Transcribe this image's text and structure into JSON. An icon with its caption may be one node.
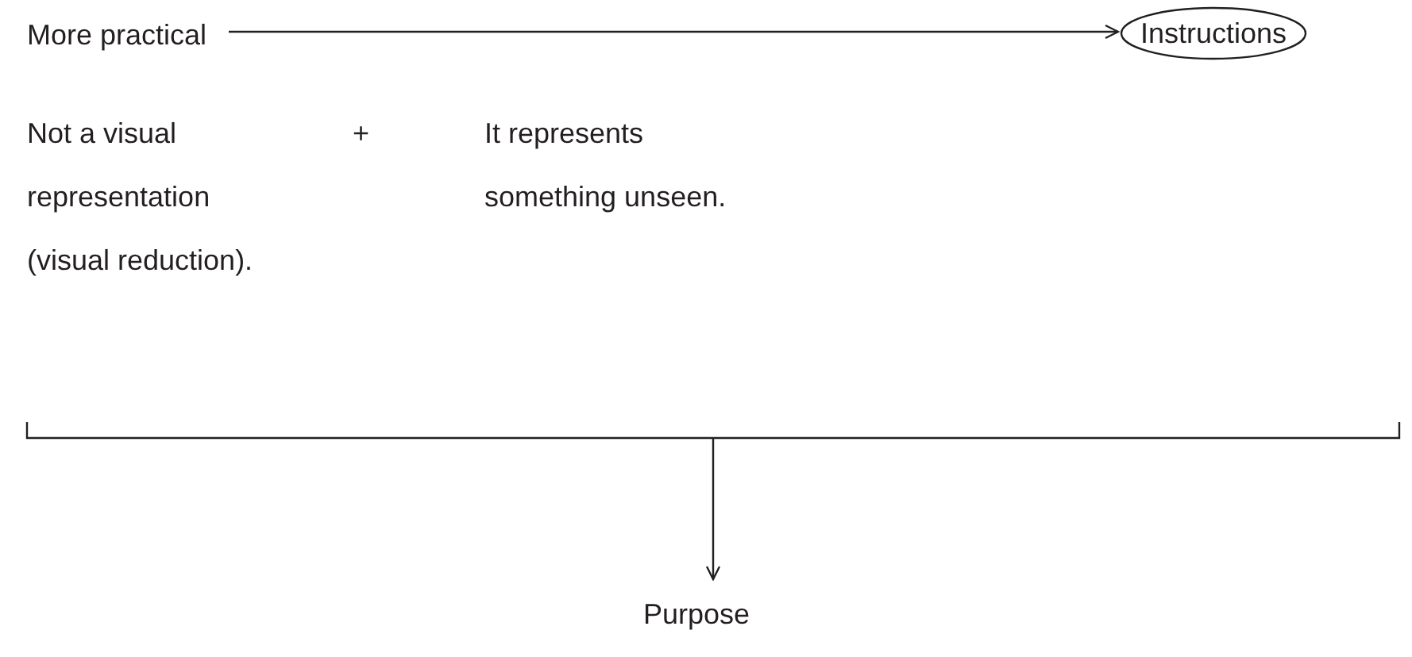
{
  "diagram": {
    "nodes": [
      {
        "text": [
          "More practical"
        ]
      },
      {
        "text": [
          "Instructions"
        ]
      },
      {
        "text": [
          "Not a visual representation (visual reduction)."
        ]
      },
      {
        "text": [
          "It represents something unseen."
        ]
      },
      {
        "text": [],
        "shape": "bracket"
      },
      {
        "text": [
          "Purpose"
        ]
      }
    ],
    "edges": [
      {
        "from": 0,
        "to": 1,
        "arrow": "to"
      },
      {
        "from": 4,
        "to": 5,
        "arrow": "to"
      }
    ],
    "labels": [
      "+"
    ]
  }
}
